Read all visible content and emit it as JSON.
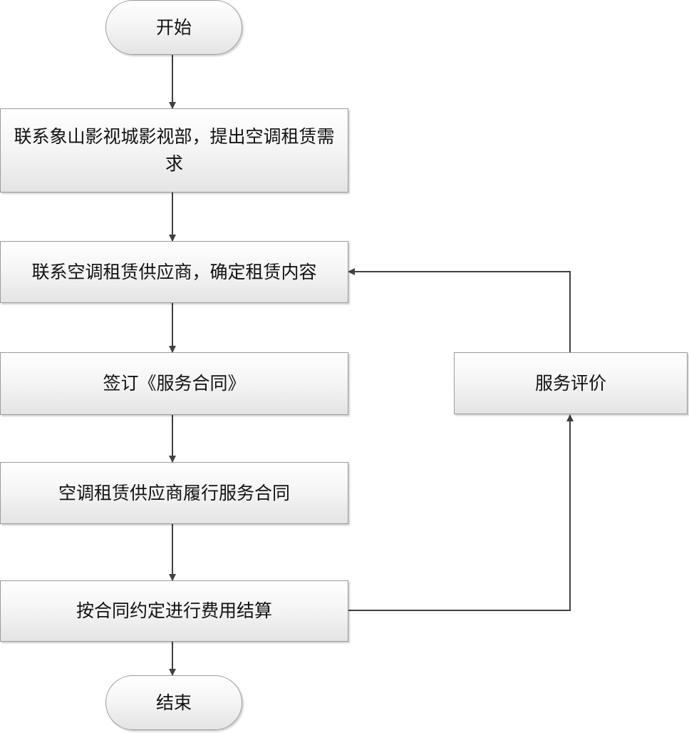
{
  "flowchart": {
    "start": "开始",
    "steps": [
      "联系象山影视城影视部，提出空调租赁需求",
      "联系空调租赁供应商，确定租赁内容",
      "签订《服务合同》",
      "空调租赁供应商履行服务合同",
      "按合同约定进行费用结算"
    ],
    "feedback": "服务评价",
    "end": "结束"
  },
  "colors": {
    "line": "#404040",
    "border": "#9a9a9a"
  }
}
